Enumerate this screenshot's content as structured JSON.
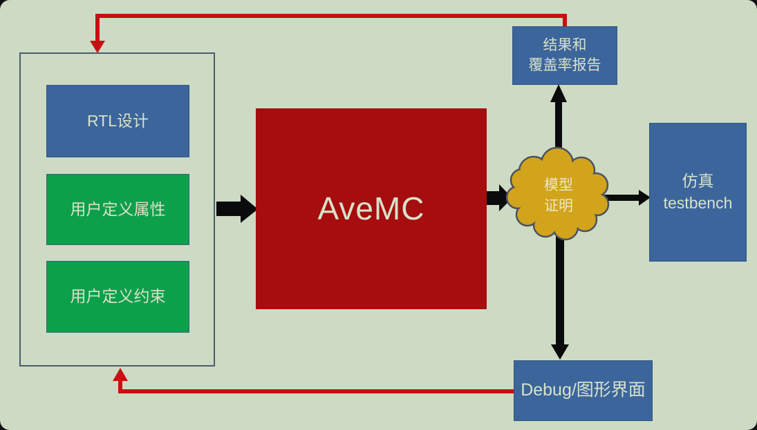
{
  "diagram": {
    "input_group": {
      "rtl_box": {
        "label": "RTL设计"
      },
      "props_box": {
        "label": "用户定义属性"
      },
      "constraints_box": {
        "label": "用户定义约束"
      }
    },
    "core_box": {
      "label": "AveMC"
    },
    "report_box": {
      "line1": "结果和",
      "line2": "覆盖率报告"
    },
    "proof_cloud": {
      "line1": "模型",
      "line2": "证明"
    },
    "testbench_box": {
      "line1": "仿真",
      "line2": "testbench"
    },
    "debug_box": {
      "label": "Debug/图形界面"
    }
  },
  "colors": {
    "background": "#cddbc4",
    "blue-box": "#3c659b",
    "blue-box-border": "#2f5584",
    "green-box": "#0ca04a",
    "green-box-border": "#35617f",
    "core-red": "#a60d0e",
    "cloud-fill": "#d2a41c",
    "cloud-outline": "#4c5260",
    "arrow-black": "#0b0b0b",
    "feedback-red": "#c51111",
    "group-border": "#4b5b6c",
    "box-text": "#d7e2c9",
    "cloud-text": "#ece6c4"
  }
}
